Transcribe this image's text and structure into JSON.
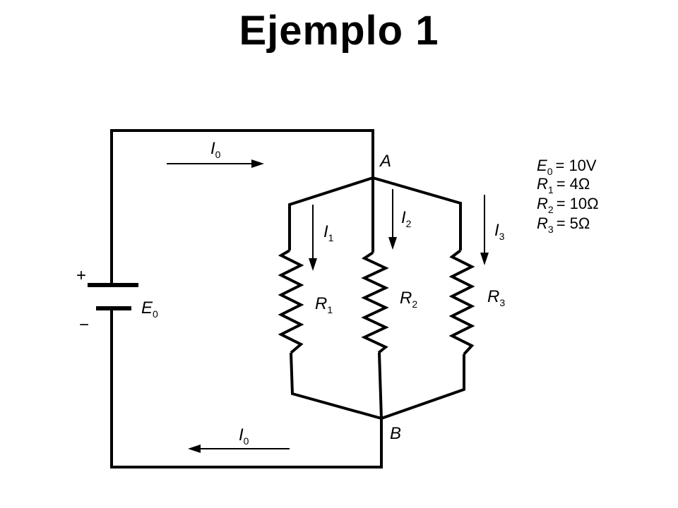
{
  "title": "Ejemplo 1",
  "labels": {
    "node_a": "A",
    "node_b": "B",
    "source": "E",
    "source_sub": "0",
    "plus": "+",
    "minus": "−",
    "i0_top": "I",
    "i0_top_sub": "0",
    "i0_bottom": "I",
    "i0_bottom_sub": "0",
    "i1": "I",
    "i1_sub": "1",
    "i2": "I",
    "i2_sub": "2",
    "i3": "I",
    "i3_sub": "3",
    "r1": "R",
    "r1_sub": "1",
    "r2": "R",
    "r2_sub": "2",
    "r3": "R",
    "r3_sub": "3"
  },
  "parameters": [
    {
      "sym": "E",
      "sub": "0",
      "value": "= 10V"
    },
    {
      "sym": "R",
      "sub": "1",
      "value": "= 4Ω"
    },
    {
      "sym": "R",
      "sub": "2",
      "value": "= 10Ω"
    },
    {
      "sym": "R",
      "sub": "3",
      "value": "= 5Ω"
    }
  ]
}
